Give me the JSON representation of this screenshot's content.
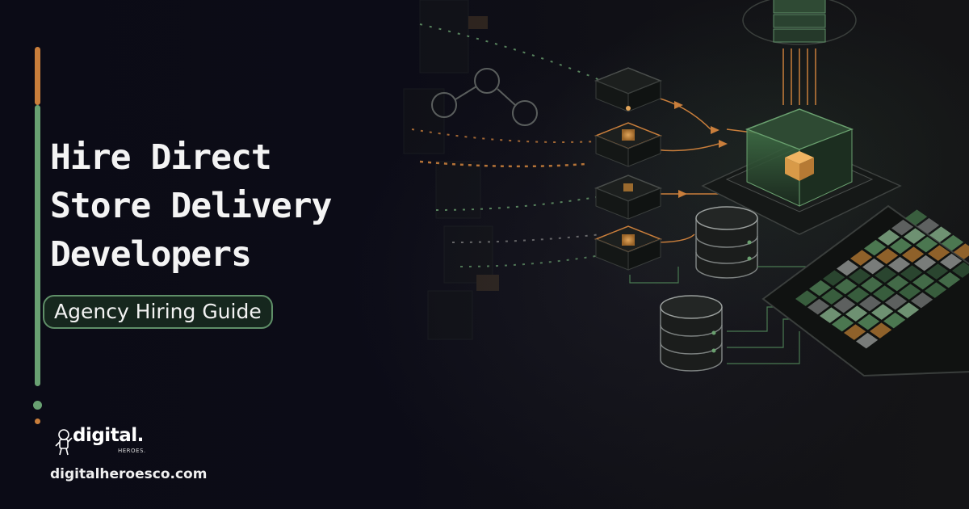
{
  "headline": {
    "line1": "Hire Direct",
    "line2": "Store Delivery",
    "line3": "Developers"
  },
  "subtitle": "Agency Hiring Guide",
  "brand": {
    "wordmark": "digital.",
    "tagline": "HEROES.",
    "website": "digitalheroesco.com"
  },
  "illustration": {
    "icon_names": [
      "server-stack-icon",
      "processing-cube-icon",
      "database-cylinder-icon",
      "grid-matrix-icon",
      "network-nodes-icon"
    ]
  },
  "colors": {
    "background": "#0b0b14",
    "accent_green": "#69a172",
    "accent_orange": "#c97e3b",
    "text": "#f4f4f4"
  }
}
